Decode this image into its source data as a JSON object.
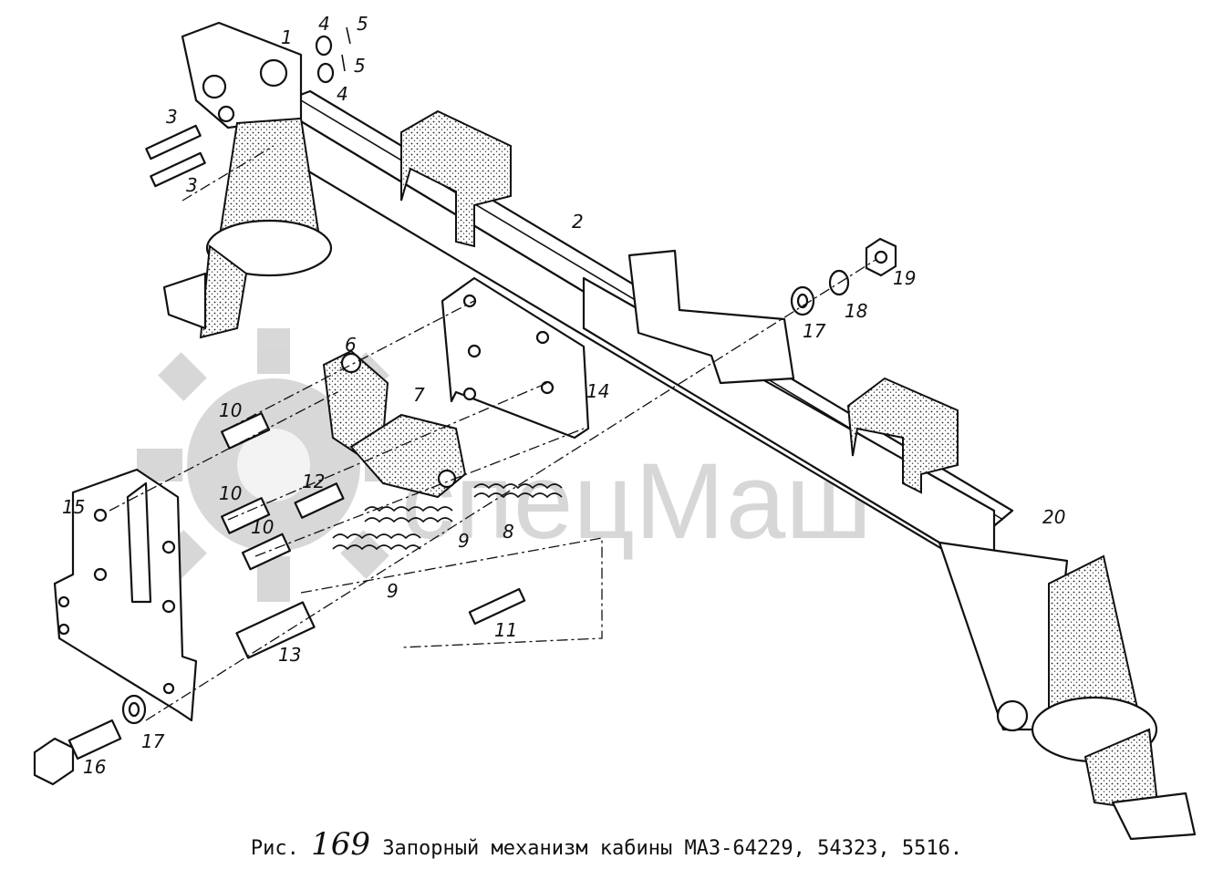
{
  "caption": {
    "prefix": "Рис.",
    "number": "169",
    "text": "Запорный механизм кабины МАЗ-64229, 54323, 5516."
  },
  "watermark": "спецМаш",
  "callouts": [
    "1",
    "2",
    "3",
    "3",
    "4",
    "4",
    "5",
    "5",
    "6",
    "7",
    "8",
    "9",
    "9",
    "10",
    "10",
    "10",
    "11",
    "12",
    "13",
    "14",
    "15",
    "16",
    "17",
    "17",
    "18",
    "19",
    "20"
  ]
}
